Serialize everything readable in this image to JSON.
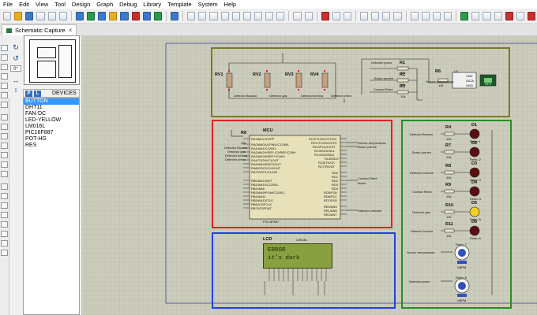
{
  "menu": [
    "File",
    "Edit",
    "View",
    "Tool",
    "Design",
    "Graph",
    "Debug",
    "Library",
    "Template",
    "System",
    "Help"
  ],
  "tab": {
    "label": "Schematic Capture",
    "close": "×"
  },
  "rotation": {
    "value": "0°"
  },
  "devices": {
    "p_label": "P",
    "l_label": "L",
    "title": "DEVICES",
    "items": [
      "BUTTON",
      "DHT11",
      "FAN-DC",
      "LED-YELLOW",
      "LM016L",
      "PIC16F887",
      "POT-HG",
      "RES"
    ],
    "selected": 0
  },
  "schematic": {
    "pots": [
      "RV1",
      "RV2",
      "RV3",
      "RV4"
    ],
    "pot_labels": [
      "Detector flacano",
      "Detector gas",
      "Detector lumina",
      "Detector prezo"
    ],
    "resistors_top": [
      "R1",
      "R2",
      "R3"
    ],
    "resistors_top_val": [
      "10k",
      "10k",
      "10k"
    ],
    "resistors_top_labels": [
      "Detector prezo",
      "Buton pornire",
      "Contact Reed"
    ],
    "sensor": {
      "ref": "U1",
      "res_ref": "R6",
      "res_val": "10k",
      "label": "Senzor temperatura",
      "pins": [
        "VDD",
        "DATA",
        "GND"
      ],
      "readout": "25.0"
    },
    "mcu": {
      "title": "MCU",
      "ref": "R8",
      "ref_val": "10k",
      "part": "PIC16F887",
      "left_pins": [
        "RE3/MCLR/VPP",
        "RA0/AN0/ULPWU/C12IN0-",
        "RA1/AN1/C12IN1-",
        "RA2/AN2/VREF-/CVREF/C2IN+",
        "RA3/AN3/VREF+/C1IN+",
        "RA4/T0CKI/C1OUT",
        "RA5/AN4/SS/C2OUT",
        "RA6/OSC2/CLKOUT",
        "RA7/OSC1/CLKIN",
        "RB0/AN12/INT",
        "RB1/AN10/C12IN3-",
        "RB2/AN8",
        "RB3/AN9/PGM/C12IN2-",
        "RB4/AN11",
        "RB5/AN13/T1G",
        "RB6/ICSPCLK",
        "RB7/ICSPDAT"
      ],
      "right_pins": [
        "RC0/T1OSO/T1CKI",
        "RC1/T1OSI/CCP2",
        "RC2/P1A/CCP1",
        "RC3/SCK/SCL",
        "RC4/SDI/SDA",
        "RC5/SDO",
        "RC6/TX/CK",
        "RC7/RX/DT",
        "RD0",
        "RD1",
        "RD2",
        "RD3",
        "RD4",
        "RD5/P1B",
        "RD6/P1C",
        "RD7/P1D",
        "RE0/AN5",
        "RE1/AN6",
        "RE2/AN7"
      ],
      "left_nets": [
        "Detector flacano",
        "Detector gas",
        "Detector lumina",
        "Detector prezo"
      ],
      "right_nets": [
        "Senzor temperatura",
        "Buton pornire",
        "Contact Reed",
        "Buzer",
        "Detector miscare"
      ]
    },
    "lcd": {
      "title": "LCD",
      "ref": "LM016L",
      "line1": "ERROR",
      "line2": "it's dark"
    },
    "outputs": {
      "resistors": [
        "R4",
        "R7",
        "R8",
        "R9",
        "R10",
        "R11"
      ],
      "res_vals": [
        "10k",
        "10k",
        "10k",
        "10k",
        "10k",
        "10k"
      ],
      "leds": [
        "D1",
        "D2",
        "D3",
        "D4",
        "D5",
        "D6"
      ],
      "led_labels": [
        "Releu 1",
        "Releu 2",
        "Releu 3",
        "Releu 4",
        "Releu 5",
        "Releu 6"
      ],
      "labels": [
        "Detector flacano",
        "Buton pornire",
        "Detector miscare",
        "Contact Reed",
        "Detector gas",
        "Detector lumina",
        "Senzor temperatura",
        "Detector prezo"
      ],
      "fans": [
        "Releu 7",
        "Releu 8"
      ],
      "fan_parts": [
        "VBPM",
        "VBPM"
      ]
    },
    "box_colors": {
      "top": "#7a7a20",
      "mcu": "#e02020",
      "lcd": "#2040e0",
      "out": "#209020"
    }
  }
}
